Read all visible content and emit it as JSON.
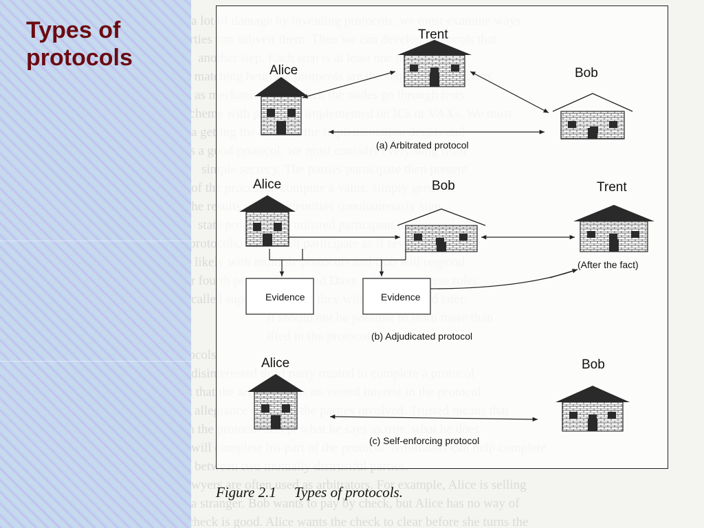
{
  "title": "Types of protocols",
  "figure": {
    "number": "Figure 2.1",
    "title": "Types of protocols."
  },
  "panels": [
    {
      "id": "a",
      "caption": "(a) Arbitrated protocol",
      "parties": [
        "Alice",
        "Trent",
        "Bob"
      ]
    },
    {
      "id": "b",
      "caption": "(b) Adjudicated protocol",
      "parties": [
        "Alice",
        "Bob",
        "Trent"
      ],
      "boxes": [
        "Evidence",
        "Evidence"
      ],
      "note": "(After the fact)"
    },
    {
      "id": "c",
      "caption": "(c) Self-enforcing protocol",
      "parties": [
        "Alice",
        "Bob"
      ]
    }
  ],
  "background_text": [
    "a lot of damage by inventing protocols, we must examine ways",
    "parties can subvert them. Then we can develop protocols that",
    "another step. Each step is at least one of two things",
    "in matching heuristic protocols are the sequences of actions",
    "as mechanisms by which the nodes go through tests",
    "scheme with protocols implemented on ICs or VAXs. We must",
    "a getting the order of the implementation details and",
    "ows a good protocol; we must consider everything from",
    "simple secrecy. The parties participate then present",
    "of the process to compute a value, simply generate",
    "the results of their identities simultaneously sign",
    "state protocol. An unlisted participant to protocols",
    "If protocols, others will participate as if several",
    "likely with multiple protocols and Bob will respond",
    "or fourth person. Carol and Dave will act out these roles.",
    "called supporting roles; they will be introduced later.",
    "It should not be possible to learn more than",
    "ified in the protocol.",
    "rocols",
    "disinterested third party trusted to complete a protocol",
    "ns that the arbitrator has no vested interest in the protocol",
    "allegiance to any of the parties involved. Trusted means that",
    "in the protocol accept what he says as true, what he does",
    "will complete his part of the protocol. Arbitrators can help complete",
    "between two mutually distrustful parties.",
    "Lawyers are often used as arbitrators. For example, Alice is selling",
    "a stranger. Bob wants to pay by check, but Alice has no way of",
    "check is good. Alice wants the check to clear before she turns the"
  ]
}
